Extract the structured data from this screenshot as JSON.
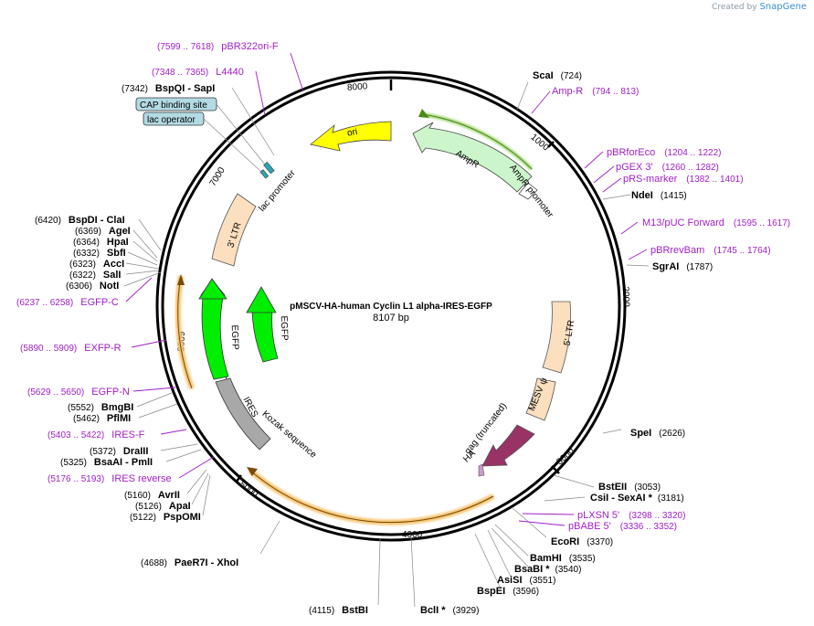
{
  "credit": {
    "prefix": "Created by",
    "brand": "SnapGene"
  },
  "map": {
    "title": "pMSCV-HA-human Cyclin L1 alpha-IRES-EGFP",
    "length_label": "8107 bp",
    "ticks": [
      "1000",
      "2000",
      "3000",
      "4000",
      "5000",
      "6000",
      "7000",
      "8000"
    ]
  },
  "features": [
    {
      "label": "ori",
      "color": "#ffff00"
    },
    {
      "label": "AmpR",
      "color": "#ccf5cc"
    },
    {
      "label": "AmpR promoter",
      "color": "#ffffff"
    },
    {
      "label": "lac promoter",
      "color": "#ffffff"
    },
    {
      "label": "3' LTR",
      "color": "#fcdfbf"
    },
    {
      "label": "5' LTR",
      "color": "#fcdfbf"
    },
    {
      "label": "MESV ψ",
      "color": "#fcdfbf"
    },
    {
      "label": "gag (truncated)",
      "color": "#993366"
    },
    {
      "label": "HA",
      "color": "#cc99cc"
    },
    {
      "label": "EGFP",
      "color": "#00ee00"
    },
    {
      "label": "EGFP",
      "color": "#00ee00"
    },
    {
      "label": "IRES",
      "color": "#a8a8a8"
    },
    {
      "label": "Kozak sequence",
      "color": "#ffffff"
    }
  ],
  "boxes": [
    {
      "label": "CAP binding site",
      "color": "#b3dbe5"
    },
    {
      "label": "lac operator",
      "color": "#b3dbe5"
    }
  ],
  "enzymes": [
    {
      "name": "ScaI",
      "pos": "(724)"
    },
    {
      "name": "NdeI",
      "pos": "(1415)"
    },
    {
      "name": "SgrAI",
      "pos": "(1787)"
    },
    {
      "name": "SpeI",
      "pos": "(2626)"
    },
    {
      "name": "BstEII",
      "pos": "(3053)"
    },
    {
      "name": "CsiI - SexAI *",
      "pos": "(3181)"
    },
    {
      "name": "EcoRI",
      "pos": "(3370)"
    },
    {
      "name": "BamHI",
      "pos": "(3535)"
    },
    {
      "name": "BsaBI *",
      "pos": "(3540)"
    },
    {
      "name": "AsiSI",
      "pos": "(3551)"
    },
    {
      "name": "BspEI",
      "pos": "(3596)"
    },
    {
      "name": "BclI *",
      "pos": "(3929)"
    },
    {
      "name": "BstBI",
      "pos": "(4115)"
    },
    {
      "name": "PaeR7I - XhoI",
      "pos": "(4688)"
    },
    {
      "name": "PspOMI",
      "pos": "(5122)"
    },
    {
      "name": "ApaI",
      "pos": "(5126)"
    },
    {
      "name": "AvrII",
      "pos": "(5160)"
    },
    {
      "name": "BsaAI - PmlI",
      "pos": "(5325)"
    },
    {
      "name": "DraIII",
      "pos": "(5372)"
    },
    {
      "name": "PflMI",
      "pos": "(5462)"
    },
    {
      "name": "BmgBI",
      "pos": "(5552)"
    },
    {
      "name": "NotI",
      "pos": "(6306)"
    },
    {
      "name": "SalI",
      "pos": "(6322)"
    },
    {
      "name": "AccI",
      "pos": "(6323)"
    },
    {
      "name": "SbfI",
      "pos": "(6332)"
    },
    {
      "name": "HpaI",
      "pos": "(6364)"
    },
    {
      "name": "AgeI",
      "pos": "(6369)"
    },
    {
      "name": "BspDI - ClaI",
      "pos": "(6420)"
    },
    {
      "name": "BspQI - SapI",
      "pos": "(7342)"
    }
  ],
  "primers": [
    {
      "name": "pBR322ori-F",
      "pos": "(7599 .. 7618)"
    },
    {
      "name": "L4440",
      "pos": "(7348 .. 7365)"
    },
    {
      "name": "Amp-R",
      "pos": "(794 .. 813)"
    },
    {
      "name": "pBRforEco",
      "pos": "(1204 .. 1222)"
    },
    {
      "name": "pGEX 3'",
      "pos": "(1260 .. 1282)"
    },
    {
      "name": "pRS-marker",
      "pos": "(1382 .. 1401)"
    },
    {
      "name": "M13/pUC Forward",
      "pos": "(1595 .. 1617)"
    },
    {
      "name": "pBRrevBam",
      "pos": "(1745 .. 1764)"
    },
    {
      "name": "pLXSN 5'",
      "pos": "(3298 .. 3320)"
    },
    {
      "name": "pBABE 5'",
      "pos": "(3336 .. 3352)"
    },
    {
      "name": "EGFP-C",
      "pos": "(6237 .. 6258)"
    },
    {
      "name": "EXFP-R",
      "pos": "(5890 .. 5909)"
    },
    {
      "name": "EGFP-N",
      "pos": "(5629 .. 5650)"
    },
    {
      "name": "IRES-F",
      "pos": "(5403 .. 5422)"
    },
    {
      "name": "IRES reverse",
      "pos": "(5176 .. 5193)"
    }
  ],
  "colors": {
    "primer": "#a020c8",
    "backbone": "#000000",
    "orf_glow": "#f5c26b"
  }
}
